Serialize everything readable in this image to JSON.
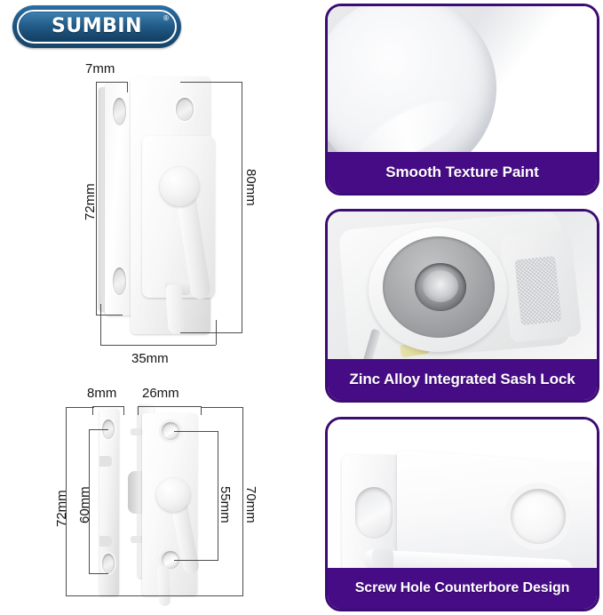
{
  "brand": {
    "name": "SUMBIN",
    "trademark_symbol": "®",
    "logo_color": "#1d5480"
  },
  "theme": {
    "accent_purple": "#460c85",
    "border_purple": "#3c0b73",
    "caption_text_color": "#ffffff"
  },
  "diagrams": [
    {
      "id": "front-view",
      "dimensions": {
        "top": "7mm",
        "left": "72mm",
        "right": "80mm",
        "bottom": "35mm"
      }
    },
    {
      "id": "side-and-front-view",
      "dimensions": {
        "top_left": "8mm",
        "top_right": "26mm",
        "left_outer": "72mm",
        "left_inner": "60mm",
        "right_inner": "55mm",
        "right_outer": "70mm"
      }
    }
  ],
  "feature_panels": [
    {
      "id": "smooth-texture-paint",
      "caption": "Smooth Texture Paint"
    },
    {
      "id": "zinc-alloy-sash-lock",
      "caption": "Zinc Alloy Integrated Sash Lock"
    },
    {
      "id": "screw-hole-counterbore",
      "caption": "Screw Hole Counterbore Design"
    }
  ]
}
